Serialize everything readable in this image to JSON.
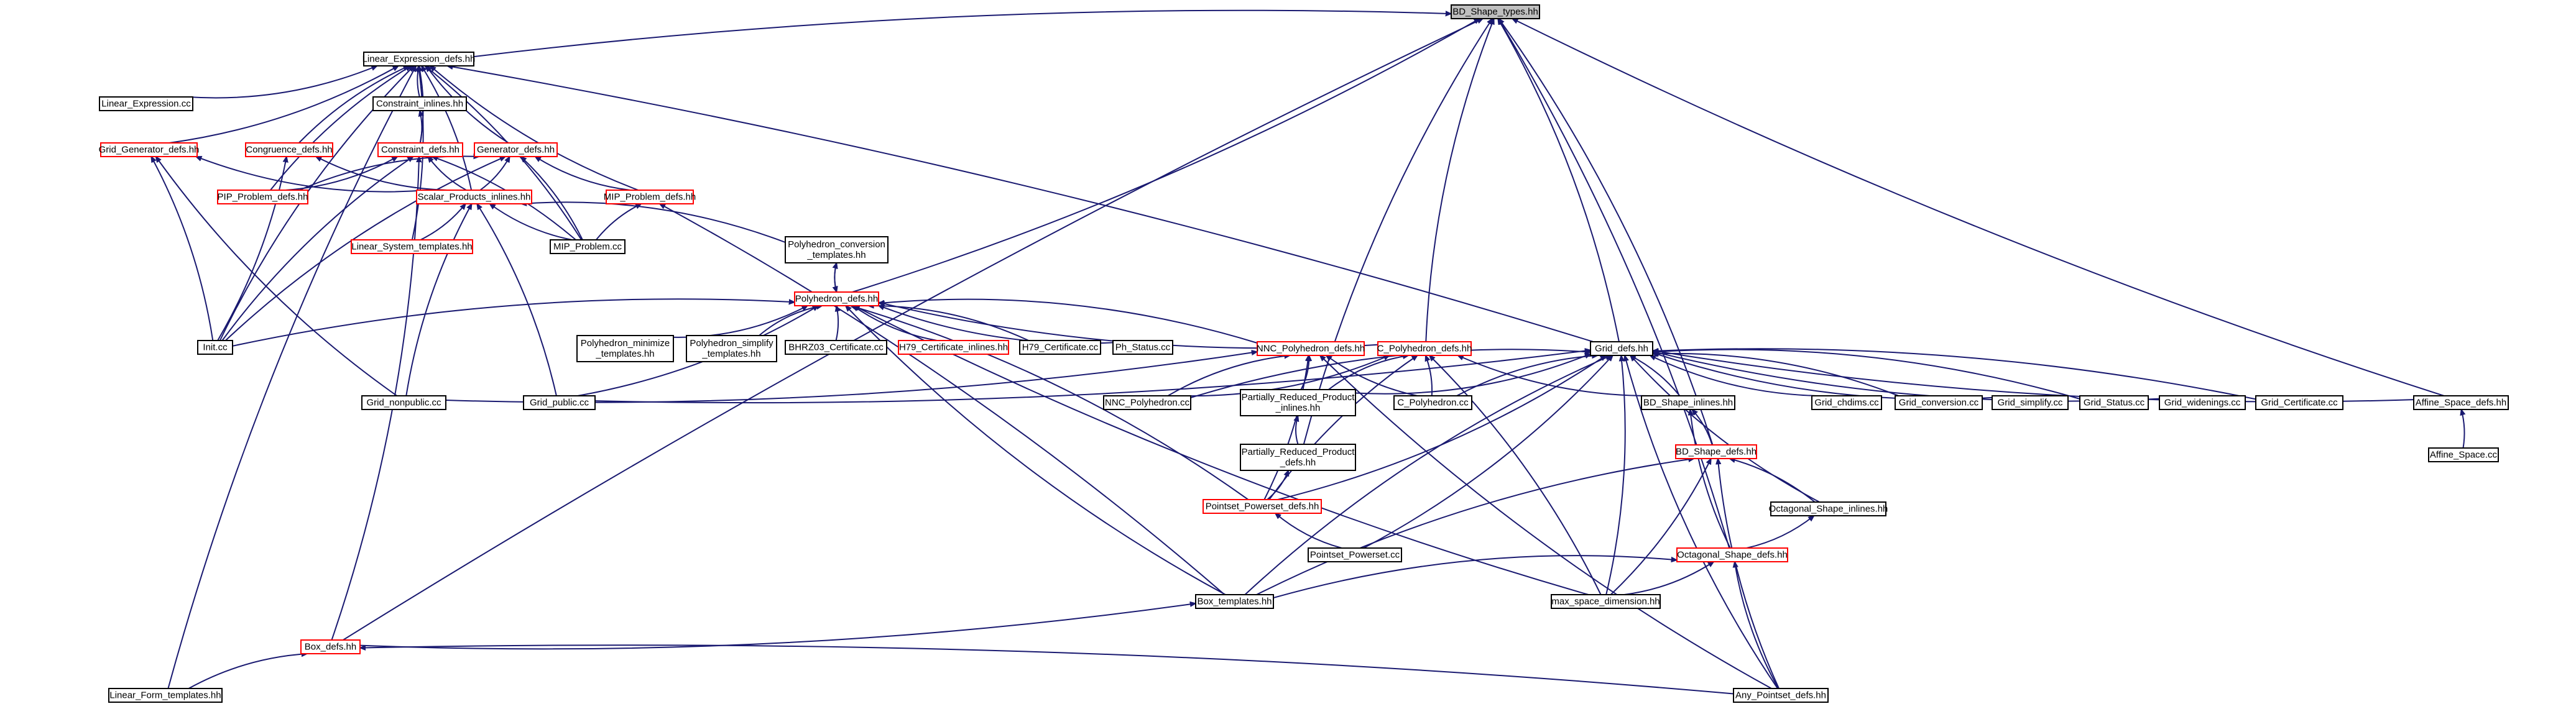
{
  "diagram": {
    "colors": {
      "edge": "#191970",
      "border_default": "#000000",
      "border_truncated": "#ff0000",
      "root_fill": "#bfbfbf",
      "node_fill": "#ffffff"
    },
    "nodes": [
      {
        "id": "bd_shape_types",
        "lines": [
          "BD_Shape_types.hh"
        ],
        "style": "root"
      },
      {
        "id": "linear_expression_defs",
        "lines": [
          "Linear_Expression_defs.hh"
        ],
        "style": "default"
      },
      {
        "id": "linear_expression_cc",
        "lines": [
          "Linear_Expression.cc"
        ],
        "style": "default"
      },
      {
        "id": "constraint_inlines",
        "lines": [
          "Constraint_inlines.hh"
        ],
        "style": "default"
      },
      {
        "id": "grid_generator_defs",
        "lines": [
          "Grid_Generator_defs.hh"
        ],
        "style": "truncated"
      },
      {
        "id": "congruence_defs",
        "lines": [
          "Congruence_defs.hh"
        ],
        "style": "truncated"
      },
      {
        "id": "constraint_defs",
        "lines": [
          "Constraint_defs.hh"
        ],
        "style": "truncated"
      },
      {
        "id": "generator_defs",
        "lines": [
          "Generator_defs.hh"
        ],
        "style": "truncated"
      },
      {
        "id": "pip_problem_defs",
        "lines": [
          "PIP_Problem_defs.hh"
        ],
        "style": "truncated"
      },
      {
        "id": "scalar_products_inlines",
        "lines": [
          "Scalar_Products_inlines.hh"
        ],
        "style": "truncated"
      },
      {
        "id": "mip_problem_defs",
        "lines": [
          "MIP_Problem_defs.hh"
        ],
        "style": "truncated"
      },
      {
        "id": "linear_system_templates",
        "lines": [
          "Linear_System_templates.hh"
        ],
        "style": "truncated"
      },
      {
        "id": "mip_problem_cc",
        "lines": [
          "MIP_Problem.cc"
        ],
        "style": "default"
      },
      {
        "id": "polyhedron_conversion_templates",
        "lines": [
          "Polyhedron_conversion",
          "_templates.hh"
        ],
        "style": "default"
      },
      {
        "id": "polyhedron_defs",
        "lines": [
          "Polyhedron_defs.hh"
        ],
        "style": "truncated"
      },
      {
        "id": "init_cc",
        "lines": [
          "Init.cc"
        ],
        "style": "default"
      },
      {
        "id": "polyhedron_minimize_templates",
        "lines": [
          "Polyhedron_minimize",
          "_templates.hh"
        ],
        "style": "default"
      },
      {
        "id": "polyhedron_simplify_templates",
        "lines": [
          "Polyhedron_simplify",
          "_templates.hh"
        ],
        "style": "default"
      },
      {
        "id": "bhrz03_certificate_cc",
        "lines": [
          "BHRZ03_Certificate.cc"
        ],
        "style": "default"
      },
      {
        "id": "h79_certificate_inlines",
        "lines": [
          "H79_Certificate_inlines.hh"
        ],
        "style": "truncated"
      },
      {
        "id": "h79_certificate_cc",
        "lines": [
          "H79_Certificate.cc"
        ],
        "style": "default"
      },
      {
        "id": "ph_status_cc",
        "lines": [
          "Ph_Status.cc"
        ],
        "style": "default"
      },
      {
        "id": "nnc_polyhedron_defs",
        "lines": [
          "NNC_Polyhedron_defs.hh"
        ],
        "style": "truncated"
      },
      {
        "id": "c_polyhedron_defs",
        "lines": [
          "C_Polyhedron_defs.hh"
        ],
        "style": "truncated"
      },
      {
        "id": "grid_defs",
        "lines": [
          "Grid_defs.hh"
        ],
        "style": "default"
      },
      {
        "id": "grid_nonpublic_cc",
        "lines": [
          "Grid_nonpublic.cc"
        ],
        "style": "default"
      },
      {
        "id": "grid_public_cc",
        "lines": [
          "Grid_public.cc"
        ],
        "style": "default"
      },
      {
        "id": "nnc_polyhedron_cc",
        "lines": [
          "NNC_Polyhedron.cc"
        ],
        "style": "default"
      },
      {
        "id": "partially_reduced_product_inlines",
        "lines": [
          "Partially_Reduced_Product",
          "_inlines.hh"
        ],
        "style": "default"
      },
      {
        "id": "c_polyhedron_cc",
        "lines": [
          "C_Polyhedron.cc"
        ],
        "style": "default"
      },
      {
        "id": "bd_shape_inlines",
        "lines": [
          "BD_Shape_inlines.hh"
        ],
        "style": "default"
      },
      {
        "id": "grid_chdims_cc",
        "lines": [
          "Grid_chdims.cc"
        ],
        "style": "default"
      },
      {
        "id": "grid_conversion_cc",
        "lines": [
          "Grid_conversion.cc"
        ],
        "style": "default"
      },
      {
        "id": "grid_simplify_cc",
        "lines": [
          "Grid_simplify.cc"
        ],
        "style": "default"
      },
      {
        "id": "grid_status_cc",
        "lines": [
          "Grid_Status.cc"
        ],
        "style": "default"
      },
      {
        "id": "grid_widenings_cc",
        "lines": [
          "Grid_widenings.cc"
        ],
        "style": "default"
      },
      {
        "id": "grid_certificate_cc",
        "lines": [
          "Grid_Certificate.cc"
        ],
        "style": "default"
      },
      {
        "id": "affine_space_defs",
        "lines": [
          "Affine_Space_defs.hh"
        ],
        "style": "default"
      },
      {
        "id": "affine_space_cc",
        "lines": [
          "Affine_Space.cc"
        ],
        "style": "default"
      },
      {
        "id": "partially_reduced_product_defs",
        "lines": [
          "Partially_Reduced_Product",
          "_defs.hh"
        ],
        "style": "default"
      },
      {
        "id": "bd_shape_defs",
        "lines": [
          "BD_Shape_defs.hh"
        ],
        "style": "truncated"
      },
      {
        "id": "pointset_powerset_defs",
        "lines": [
          "Pointset_Powerset_defs.hh"
        ],
        "style": "truncated"
      },
      {
        "id": "octagonal_shape_inlines",
        "lines": [
          "Octagonal_Shape_inlines.hh"
        ],
        "style": "default"
      },
      {
        "id": "pointset_powerset_cc",
        "lines": [
          "Pointset_Powerset.cc"
        ],
        "style": "default"
      },
      {
        "id": "octagonal_shape_defs",
        "lines": [
          "Octagonal_Shape_defs.hh"
        ],
        "style": "truncated"
      },
      {
        "id": "box_templates",
        "lines": [
          "Box_templates.hh"
        ],
        "style": "default"
      },
      {
        "id": "max_space_dimension",
        "lines": [
          "max_space_dimension.hh"
        ],
        "style": "default"
      },
      {
        "id": "box_defs",
        "lines": [
          "Box_defs.hh"
        ],
        "style": "truncated"
      },
      {
        "id": "linear_form_templates",
        "lines": [
          "Linear_Form_templates.hh"
        ],
        "style": "default"
      },
      {
        "id": "any_pointset_defs",
        "lines": [
          "Any_Pointset_defs.hh"
        ],
        "style": "default"
      }
    ],
    "edges": [
      {
        "from": "linear_expression_defs",
        "to": "bd_shape_types"
      },
      {
        "from": "polyhedron_defs",
        "to": "bd_shape_types"
      },
      {
        "from": "c_polyhedron_defs",
        "to": "bd_shape_types"
      },
      {
        "from": "grid_defs",
        "to": "bd_shape_types"
      },
      {
        "from": "affine_space_defs",
        "to": "bd_shape_types"
      },
      {
        "from": "bd_shape_defs",
        "to": "bd_shape_types"
      },
      {
        "from": "partially_reduced_product_defs",
        "to": "bd_shape_types"
      },
      {
        "from": "octagonal_shape_defs",
        "to": "bd_shape_types"
      },
      {
        "from": "box_defs",
        "to": "bd_shape_types"
      },
      {
        "from": "linear_expression_cc",
        "to": "linear_expression_defs"
      },
      {
        "from": "constraint_inlines",
        "to": "linear_expression_defs"
      },
      {
        "from": "grid_generator_defs",
        "to": "linear_expression_defs"
      },
      {
        "from": "congruence_defs",
        "to": "linear_expression_defs"
      },
      {
        "from": "constraint_defs",
        "to": "linear_expression_defs"
      },
      {
        "from": "generator_defs",
        "to": "linear_expression_defs"
      },
      {
        "from": "scalar_products_inlines",
        "to": "linear_expression_defs"
      },
      {
        "from": "mip_problem_defs",
        "to": "linear_expression_defs"
      },
      {
        "from": "mip_problem_cc",
        "to": "linear_expression_defs"
      },
      {
        "from": "pip_problem_defs",
        "to": "linear_expression_defs"
      },
      {
        "from": "linear_system_templates",
        "to": "linear_expression_defs"
      },
      {
        "from": "init_cc",
        "to": "linear_expression_defs"
      },
      {
        "from": "grid_defs",
        "to": "linear_expression_defs"
      },
      {
        "from": "linear_form_templates",
        "to": "linear_expression_defs"
      },
      {
        "from": "constraint_defs",
        "to": "constraint_inlines"
      },
      {
        "from": "grid_nonpublic_cc",
        "to": "grid_generator_defs"
      },
      {
        "from": "init_cc",
        "to": "grid_generator_defs"
      },
      {
        "from": "scalar_products_inlines",
        "to": "grid_generator_defs"
      },
      {
        "from": "init_cc",
        "to": "congruence_defs"
      },
      {
        "from": "scalar_products_inlines",
        "to": "congruence_defs"
      },
      {
        "from": "pip_problem_defs",
        "to": "constraint_defs"
      },
      {
        "from": "scalar_products_inlines",
        "to": "constraint_defs"
      },
      {
        "from": "mip_problem_cc",
        "to": "constraint_defs"
      },
      {
        "from": "init_cc",
        "to": "constraint_defs"
      },
      {
        "from": "box_defs",
        "to": "constraint_defs"
      },
      {
        "from": "pip_problem_defs",
        "to": "generator_defs"
      },
      {
        "from": "scalar_products_inlines",
        "to": "generator_defs"
      },
      {
        "from": "mip_problem_defs",
        "to": "generator_defs"
      },
      {
        "from": "mip_problem_cc",
        "to": "generator_defs"
      },
      {
        "from": "init_cc",
        "to": "generator_defs"
      },
      {
        "from": "linear_system_templates",
        "to": "scalar_products_inlines"
      },
      {
        "from": "mip_problem_cc",
        "to": "scalar_products_inlines"
      },
      {
        "from": "polyhedron_conversion_templates",
        "to": "scalar_products_inlines"
      },
      {
        "from": "grid_nonpublic_cc",
        "to": "scalar_products_inlines"
      },
      {
        "from": "grid_public_cc",
        "to": "scalar_products_inlines"
      },
      {
        "from": "mip_problem_cc",
        "to": "mip_problem_defs"
      },
      {
        "from": "box_templates",
        "to": "mip_problem_defs"
      },
      {
        "from": "polyhedron_defs",
        "to": "polyhedron_conversion_templates"
      },
      {
        "from": "polyhedron_conversion_templates",
        "to": "polyhedron_defs"
      },
      {
        "from": "init_cc",
        "to": "polyhedron_defs"
      },
      {
        "from": "polyhedron_minimize_templates",
        "to": "polyhedron_defs"
      },
      {
        "from": "polyhedron_simplify_templates",
        "to": "polyhedron_defs"
      },
      {
        "from": "bhrz03_certificate_cc",
        "to": "polyhedron_defs"
      },
      {
        "from": "h79_certificate_inlines",
        "to": "polyhedron_defs"
      },
      {
        "from": "h79_certificate_cc",
        "to": "polyhedron_defs"
      },
      {
        "from": "ph_status_cc",
        "to": "polyhedron_defs"
      },
      {
        "from": "nnc_polyhedron_defs",
        "to": "polyhedron_defs"
      },
      {
        "from": "c_polyhedron_defs",
        "to": "polyhedron_defs"
      },
      {
        "from": "grid_public_cc",
        "to": "polyhedron_defs"
      },
      {
        "from": "box_templates",
        "to": "polyhedron_defs"
      },
      {
        "from": "pointset_powerset_defs",
        "to": "polyhedron_defs"
      },
      {
        "from": "max_space_dimension",
        "to": "polyhedron_defs"
      },
      {
        "from": "grid_nonpublic_cc",
        "to": "nnc_polyhedron_defs"
      },
      {
        "from": "nnc_polyhedron_cc",
        "to": "nnc_polyhedron_defs"
      },
      {
        "from": "partially_reduced_product_inlines",
        "to": "nnc_polyhedron_defs"
      },
      {
        "from": "c_polyhedron_cc",
        "to": "nnc_polyhedron_defs"
      },
      {
        "from": "pointset_powerset_defs",
        "to": "nnc_polyhedron_defs"
      },
      {
        "from": "any_pointset_defs",
        "to": "nnc_polyhedron_defs"
      },
      {
        "from": "nnc_polyhedron_cc",
        "to": "c_polyhedron_defs"
      },
      {
        "from": "partially_reduced_product_inlines",
        "to": "c_polyhedron_defs"
      },
      {
        "from": "c_polyhedron_cc",
        "to": "c_polyhedron_defs"
      },
      {
        "from": "pointset_powerset_defs",
        "to": "c_polyhedron_defs"
      },
      {
        "from": "max_space_dimension",
        "to": "c_polyhedron_defs"
      },
      {
        "from": "bd_shape_inlines",
        "to": "c_polyhedron_defs"
      },
      {
        "from": "grid_public_cc",
        "to": "grid_defs"
      },
      {
        "from": "nnc_polyhedron_cc",
        "to": "grid_defs"
      },
      {
        "from": "partially_reduced_product_inlines",
        "to": "grid_defs"
      },
      {
        "from": "c_polyhedron_cc",
        "to": "grid_defs"
      },
      {
        "from": "bd_shape_inlines",
        "to": "grid_defs"
      },
      {
        "from": "grid_chdims_cc",
        "to": "grid_defs"
      },
      {
        "from": "grid_conversion_cc",
        "to": "grid_defs"
      },
      {
        "from": "grid_simplify_cc",
        "to": "grid_defs"
      },
      {
        "from": "grid_status_cc",
        "to": "grid_defs"
      },
      {
        "from": "grid_widenings_cc",
        "to": "grid_defs"
      },
      {
        "from": "grid_certificate_cc",
        "to": "grid_defs"
      },
      {
        "from": "affine_space_defs",
        "to": "grid_defs"
      },
      {
        "from": "pointset_powerset_defs",
        "to": "grid_defs"
      },
      {
        "from": "octagonal_shape_inlines",
        "to": "grid_defs"
      },
      {
        "from": "pointset_powerset_cc",
        "to": "grid_defs"
      },
      {
        "from": "box_templates",
        "to": "grid_defs"
      },
      {
        "from": "max_space_dimension",
        "to": "grid_defs"
      },
      {
        "from": "any_pointset_defs",
        "to": "grid_defs"
      },
      {
        "from": "affine_space_cc",
        "to": "affine_space_defs"
      },
      {
        "from": "partially_reduced_product_defs",
        "to": "partially_reduced_product_inlines"
      },
      {
        "from": "pointset_powerset_defs",
        "to": "partially_reduced_product_defs"
      },
      {
        "from": "pointset_powerset_cc",
        "to": "pointset_powerset_defs"
      },
      {
        "from": "bd_shape_defs",
        "to": "bd_shape_inlines"
      },
      {
        "from": "octagonal_shape_defs",
        "to": "bd_shape_inlines"
      },
      {
        "from": "octagonal_shape_inlines",
        "to": "bd_shape_defs"
      },
      {
        "from": "box_templates",
        "to": "bd_shape_defs"
      },
      {
        "from": "max_space_dimension",
        "to": "bd_shape_defs"
      },
      {
        "from": "any_pointset_defs",
        "to": "bd_shape_defs"
      },
      {
        "from": "octagonal_shape_defs",
        "to": "octagonal_shape_inlines"
      },
      {
        "from": "box_templates",
        "to": "octagonal_shape_defs"
      },
      {
        "from": "max_space_dimension",
        "to": "octagonal_shape_defs"
      },
      {
        "from": "any_pointset_defs",
        "to": "octagonal_shape_defs"
      },
      {
        "from": "box_defs",
        "to": "box_templates"
      },
      {
        "from": "linear_form_templates",
        "to": "box_defs"
      },
      {
        "from": "any_pointset_defs",
        "to": "box_defs"
      }
    ]
  }
}
